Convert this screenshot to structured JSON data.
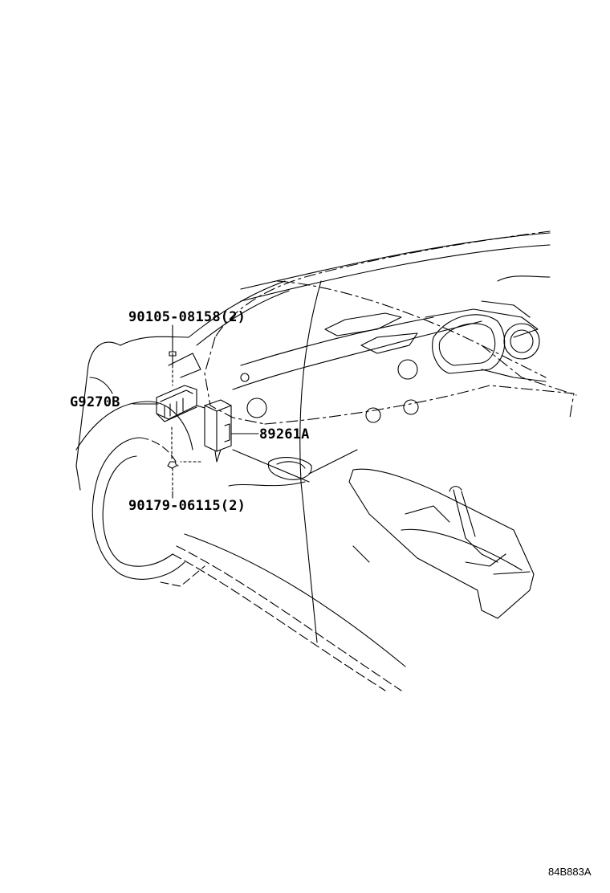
{
  "callouts": [
    {
      "id": "90105-08158",
      "text": "90105-08158(2)",
      "part": "bolt"
    },
    {
      "id": "G9270B",
      "text": "G9270B",
      "part": "bracket"
    },
    {
      "id": "89261A",
      "text": "89261A",
      "part": "control-module"
    },
    {
      "id": "90179-06115",
      "text": "90179-06115(2)",
      "part": "nut"
    }
  ],
  "figure_number": "84B883A",
  "colors": {
    "ink": "#000000",
    "paper": "#ffffff"
  }
}
